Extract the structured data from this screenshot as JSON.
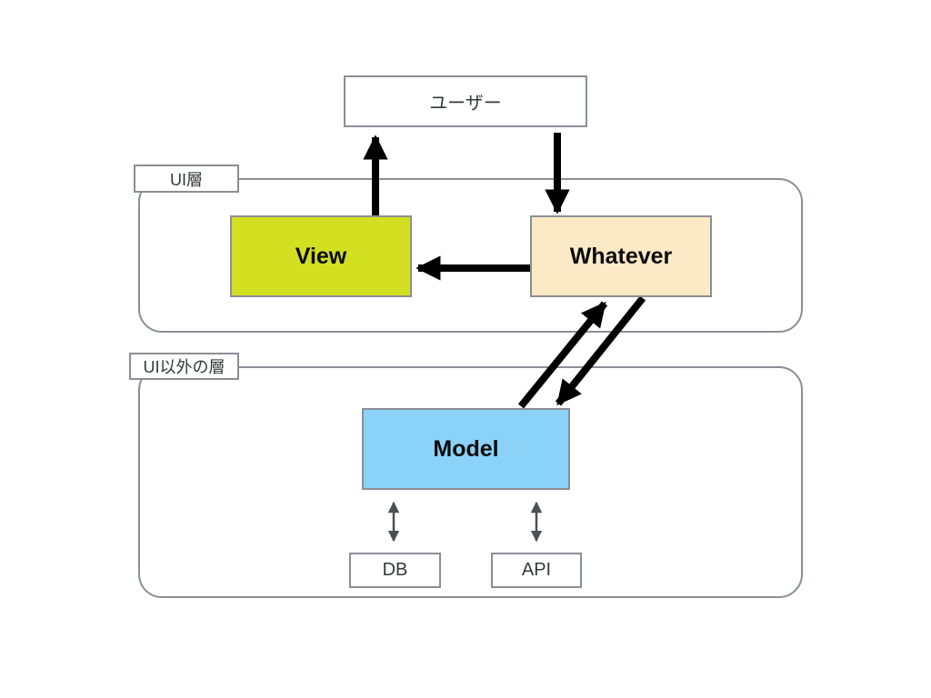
{
  "diagram": {
    "title": "Model-View-Whatever layer diagram",
    "nodes": {
      "user": {
        "label": "ユーザー"
      },
      "view": {
        "label": "View"
      },
      "whatever": {
        "label": "Whatever"
      },
      "model": {
        "label": "Model"
      },
      "db": {
        "label": "DB"
      },
      "api": {
        "label": "API"
      }
    },
    "groups": {
      "ui_layer": {
        "label": "UI層"
      },
      "non_ui_layer": {
        "label": "UI以外の層"
      }
    },
    "edges": [
      {
        "from": "view",
        "to": "user",
        "style": "thick-black",
        "direction": "one-way"
      },
      {
        "from": "user",
        "to": "whatever",
        "style": "thick-black",
        "direction": "one-way"
      },
      {
        "from": "whatever",
        "to": "view",
        "style": "thick-black",
        "direction": "one-way"
      },
      {
        "from": "model",
        "to": "whatever",
        "style": "thick-black",
        "direction": "one-way"
      },
      {
        "from": "whatever",
        "to": "model",
        "style": "thick-black",
        "direction": "one-way"
      },
      {
        "from": "model",
        "to": "db",
        "style": "thin-gray",
        "direction": "two-way"
      },
      {
        "from": "model",
        "to": "api",
        "style": "thin-gray",
        "direction": "two-way"
      }
    ],
    "colors": {
      "background": "#ffffff",
      "view_fill": "#d3e021",
      "whatever_fill": "#fce9c6",
      "model_fill": "#8bd2f8",
      "box_border": "#8a8f96",
      "thick_arrow": "#000000",
      "thin_arrow": "#4a5056"
    }
  }
}
